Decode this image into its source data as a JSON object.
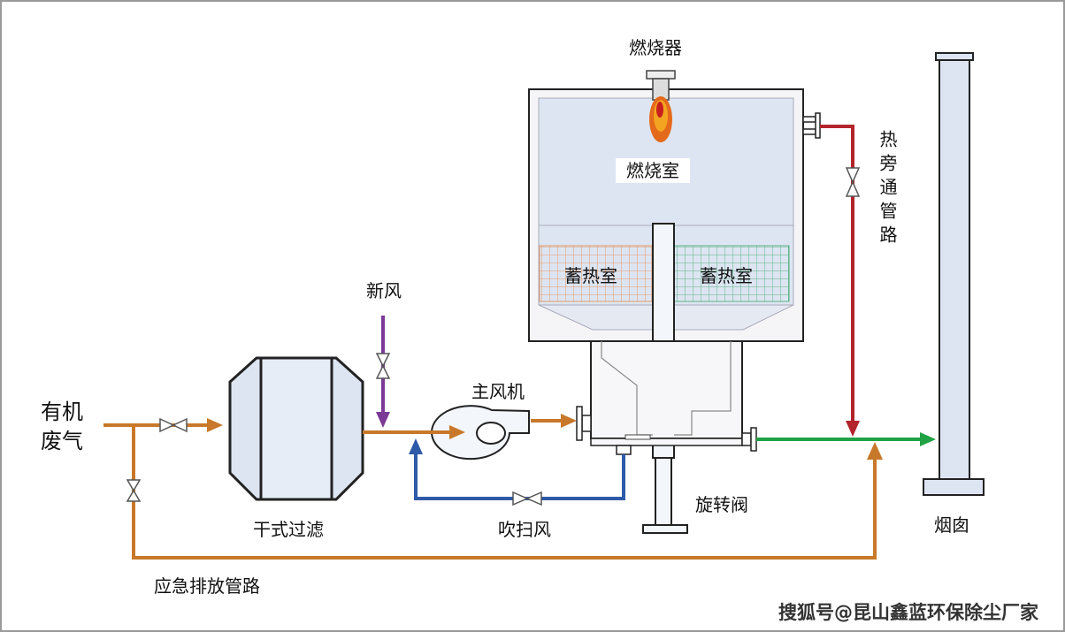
{
  "diagram": {
    "burner": "燃烧器",
    "combustion_chamber": "燃烧室",
    "regenerator_left": "蓄热室",
    "regenerator_right": "蓄热室",
    "hot_bypass": "热旁通管路",
    "fresh_air": "新风",
    "main_fan": "主风机",
    "organic_waste_gas": "有机\n废气",
    "dry_filter": "干式过滤",
    "purge_air": "吹扫风",
    "rotary_valve": "旋转阀",
    "chimney": "烟囱",
    "emergency_pipe": "应急排放管路",
    "watermark": "搜狐号@昆山鑫蓝环保除尘厂家"
  },
  "colors": {
    "orange_pipe": "#c8782a",
    "green_pipe": "#21a244",
    "red_pipe": "#b3242b",
    "blue_pipe": "#2e5aa8",
    "purple_pipe": "#7b3a96",
    "vessel_fill": "#dde5f2",
    "grid_left": "#e8a070",
    "grid_right": "#66bb88"
  }
}
